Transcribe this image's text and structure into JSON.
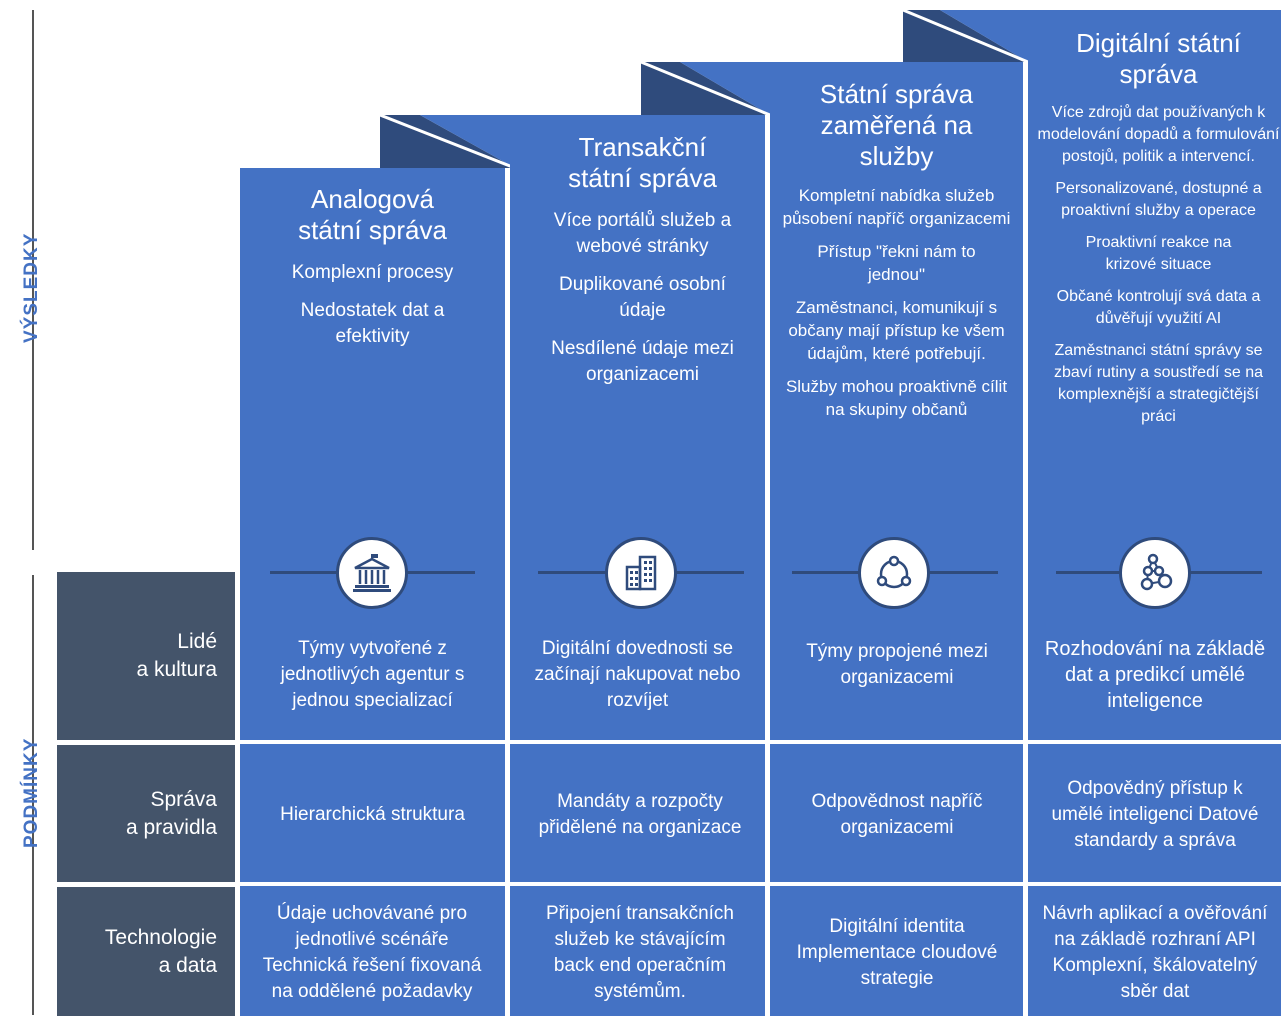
{
  "side_labels": {
    "results": "VÝSLEDKY",
    "conditions": "PODMÍNKY"
  },
  "row_headers": [
    {
      "line1": "Lidé",
      "line2": "a kultura"
    },
    {
      "line1": "Správa",
      "line2": "a pravidla"
    },
    {
      "line1": "Technologie",
      "line2": "a data"
    }
  ],
  "columns": [
    {
      "title": "Analogová státní správa",
      "results": [
        "Komplexní procesy",
        "Nedostatek dat a efektivity"
      ],
      "icon": "government-building-icon",
      "people": "Týmy vytvořené z jednotlivých agentur s jednou specializací",
      "governance": "Hierarchická struktura",
      "technology": "Údaje uchovávané pro jednotlivé scénáře Technická řešení fixovaná na oddělené požadavky"
    },
    {
      "title": "Transakční státní správa",
      "results": [
        "Více portálů služeb a webové stránky",
        "Duplikované osobní údaje",
        "Nesdílené údaje mezi organizacemi"
      ],
      "icon": "office-buildings-icon",
      "people": "Digitální dovednosti se začínají nakupovat nebo rozvíjet",
      "governance": "Mandáty a rozpočty přidělené na organizace",
      "technology": "Připojení transakčních služeb ke stávajícím back end operačním systémům."
    },
    {
      "title": "Státní správa zaměřená na služby",
      "results": [
        "Kompletní nabídka služeb působení napříč organizacemi",
        "Přístup \"řekni nám to jednou\"",
        "Zaměstnanci, komunikují s občany mají přístup ke všem údajům, které potřebují.",
        "Služby mohou proaktivně cílit na skupiny občanů"
      ],
      "icon": "connected-circle-icon",
      "people": "Týmy propojené mezi organizacemi",
      "governance": "Odpovědnost napříč organizacemi",
      "technology": "Digitální identita Implementace cloudové strategie"
    },
    {
      "title": "Digitální státní správa",
      "results": [
        "Více zdrojů dat používaných k modelování dopadů a formulování postojů, politik a intervencí.",
        "Personalizované, dostupné a proaktivní služby a operace",
        "Proaktivní reakce na krizové situace",
        "Občané kontrolují svá data a důvěřují využití AI",
        "Zaměstnanci státní správy se zbaví rutiny a soustředí se na komplexnější a strategičtější práci"
      ],
      "icon": "network-nodes-icon",
      "people": "Rozhodování na základě dat a predikcí umělé inteligence",
      "governance": "Odpovědný přístup k umělé inteligenci Datové standardy a správa",
      "technology": "Návrh aplikací a ověřování na základě rozhraní API Komplexní, škálovatelný sběr dat"
    }
  ],
  "colors": {
    "column": "#4472c4",
    "fold": "#2f4b7c",
    "row_header": "#44546a",
    "label": "#4472c4"
  }
}
